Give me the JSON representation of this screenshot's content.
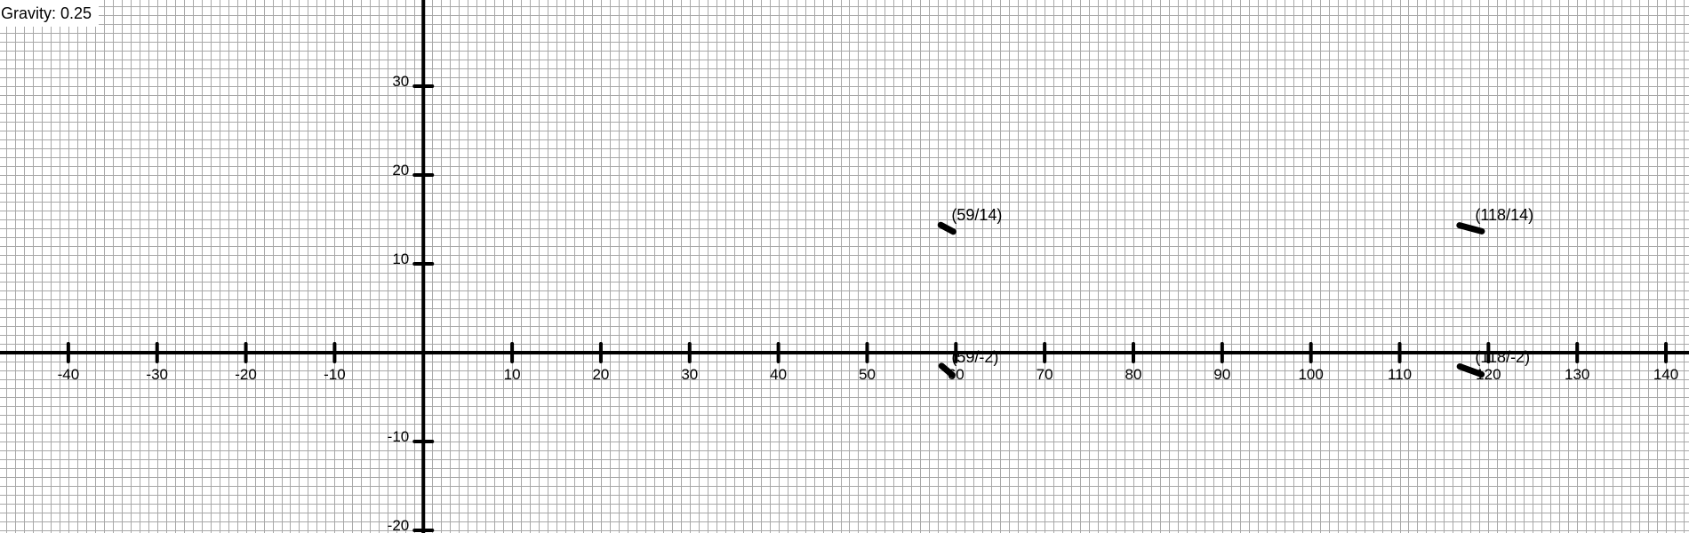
{
  "status": {
    "gravity_label": "Gravity: 0.25"
  },
  "axes": {
    "x_ticks": [
      -40,
      -30,
      -20,
      -10,
      10,
      20,
      30,
      40,
      50,
      60,
      70,
      80,
      90,
      100,
      110,
      120,
      130,
      140
    ],
    "y_ticks": [
      30,
      20,
      10,
      -10,
      -20
    ],
    "x_range": [
      -47.7,
      142.6
    ],
    "y_range": [
      -20.3,
      39.7
    ],
    "grid": true,
    "minor_grid_step": 1
  },
  "points": [
    {
      "x": 59,
      "y": 14,
      "label": "(59/14)",
      "angle_deg": 28
    },
    {
      "x": 59,
      "y": -2,
      "label": "(59/-2)",
      "angle_deg": 40
    },
    {
      "x": 118,
      "y": 14,
      "label": "(118/14)",
      "angle_deg": 15
    },
    {
      "x": 118,
      "y": -2,
      "label": "(118/-2)",
      "angle_deg": 20
    }
  ],
  "colors": {
    "background": "#ffffff",
    "grid": "#a8a8a8",
    "axis": "#000000",
    "marker": "#000000"
  }
}
